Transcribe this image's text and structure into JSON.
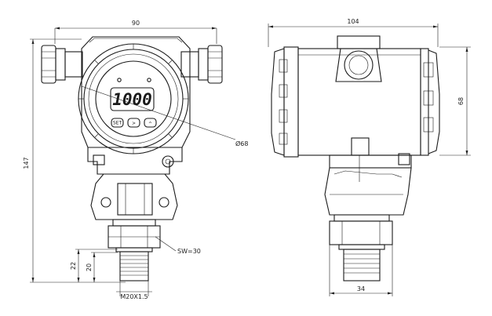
{
  "front_view": {
    "width_label": "90",
    "height_label": "147",
    "diameter_label": "Ø68",
    "wrench_label": "SW=30",
    "thread_label": "M20X1.5",
    "dim_22_label": "22",
    "dim_20_label": "20",
    "display": {
      "reading": "1000",
      "key_left": "SET",
      "key_mid": ">",
      "key_right": "^"
    }
  },
  "side_view": {
    "width_label": "104",
    "height_label": "68",
    "base_label": "34"
  }
}
